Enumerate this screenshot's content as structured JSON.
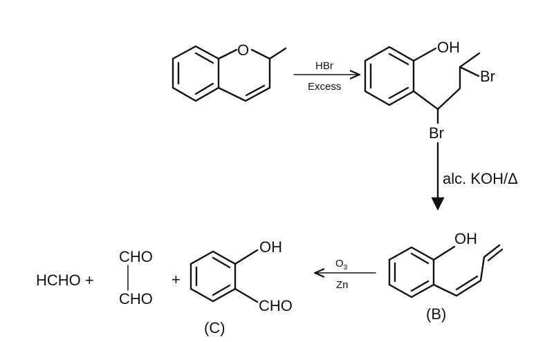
{
  "step1": {
    "reactant_atom_O": "O",
    "reagent_top": "HBr",
    "reagent_bottom": "Excess",
    "product_OH": "OH",
    "product_Br1": "Br",
    "product_Br2": "Br"
  },
  "step2": {
    "reagent": "alc. KOH/Δ"
  },
  "compound_B": {
    "OH": "OH",
    "label": "(B)"
  },
  "step3": {
    "reagent_top": "O",
    "reagent_top_sub": "3",
    "reagent_bottom": "Zn"
  },
  "products": {
    "formaldehyde": "HCHO +",
    "glyoxal_top": "CHO",
    "glyoxal_bottom": "CHO",
    "plus": "+",
    "compound_C_OH": "OH",
    "compound_C_CHO": "CHO",
    "compound_C_label": "(C)"
  }
}
